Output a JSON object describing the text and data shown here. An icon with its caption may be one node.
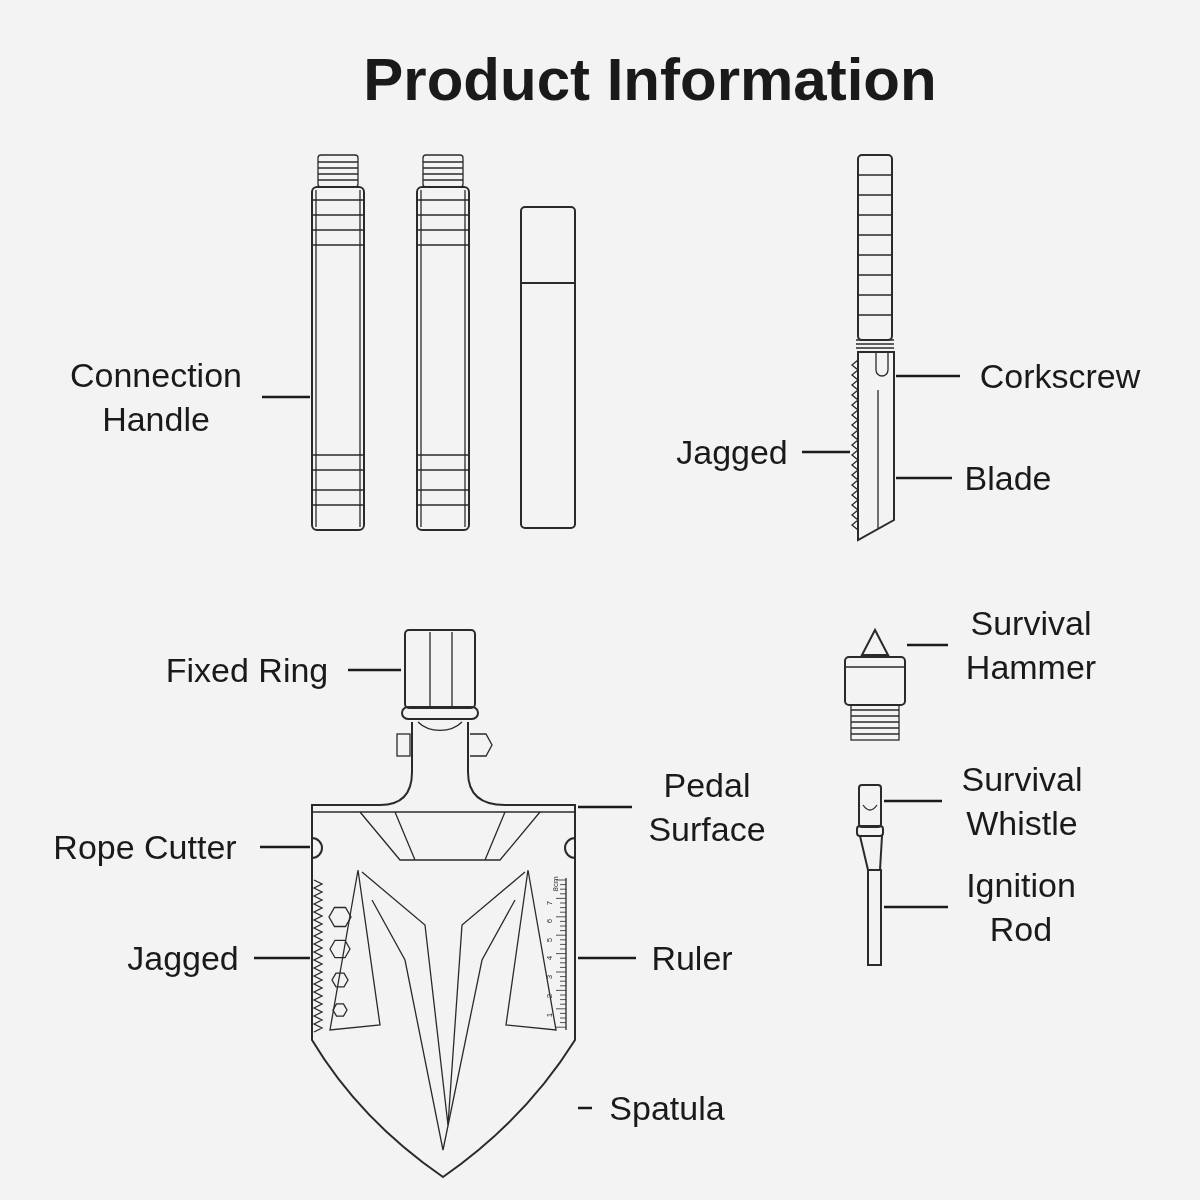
{
  "diagram": {
    "title": "Product Information",
    "nodes": [
      {
        "text": [
          "Connection Handle"
        ]
      },
      {
        "text": [
          "Corkscrew"
        ]
      },
      {
        "text": [
          "Jagged"
        ]
      },
      {
        "text": [
          "Blade"
        ]
      },
      {
        "text": [
          "Survival Hammer"
        ]
      },
      {
        "text": [
          "Fixed Ring"
        ]
      },
      {
        "text": [
          "Pedal Surface"
        ]
      },
      {
        "text": [
          "Survival Whistle"
        ]
      },
      {
        "text": [
          "Rope Cutter"
        ]
      },
      {
        "text": [
          "Ignition Rod"
        ]
      },
      {
        "text": [
          "Jagged"
        ]
      },
      {
        "text": [
          "Ruler"
        ]
      },
      {
        "text": [
          "Spatula"
        ]
      },
      {
        "text": [],
        "shape": "picture"
      },
      {
        "text": [],
        "shape": "picture"
      },
      {
        "text": [],
        "shape": "picture"
      },
      {
        "text": [],
        "shape": "picture"
      },
      {
        "text": [],
        "shape": "picture"
      },
      {
        "text": [],
        "shape": "picture"
      },
      {
        "text": [],
        "shape": "picture"
      },
      {
        "text": [],
        "shape": "picture"
      }
    ],
    "edges": [
      {
        "from": 0,
        "to": 13,
        "arrow": "none"
      },
      {
        "from": 1,
        "to": 16,
        "arrow": "none"
      },
      {
        "from": 2,
        "to": 16,
        "arrow": "none"
      },
      {
        "from": 3,
        "to": 16,
        "arrow": "none"
      },
      {
        "from": 4,
        "to": 19,
        "arrow": "none"
      },
      {
        "from": 5,
        "to": 18,
        "arrow": "none"
      },
      {
        "from": 6,
        "to": 17,
        "arrow": "none"
      },
      {
        "from": 7,
        "to": 20,
        "arrow": "none"
      },
      {
        "from": 8,
        "to": 17,
        "arrow": "none"
      },
      {
        "from": 9,
        "to": 20,
        "arrow": "none"
      },
      {
        "from": 10,
        "to": 17,
        "arrow": "none"
      },
      {
        "from": 11,
        "to": 17,
        "arrow": "none"
      },
      {
        "from": 12,
        "to": 17,
        "arrow": "none"
      }
    ],
    "labels": [
      "8cm",
      "7",
      "6",
      "5",
      "4",
      "3",
      "2",
      "1"
    ]
  }
}
